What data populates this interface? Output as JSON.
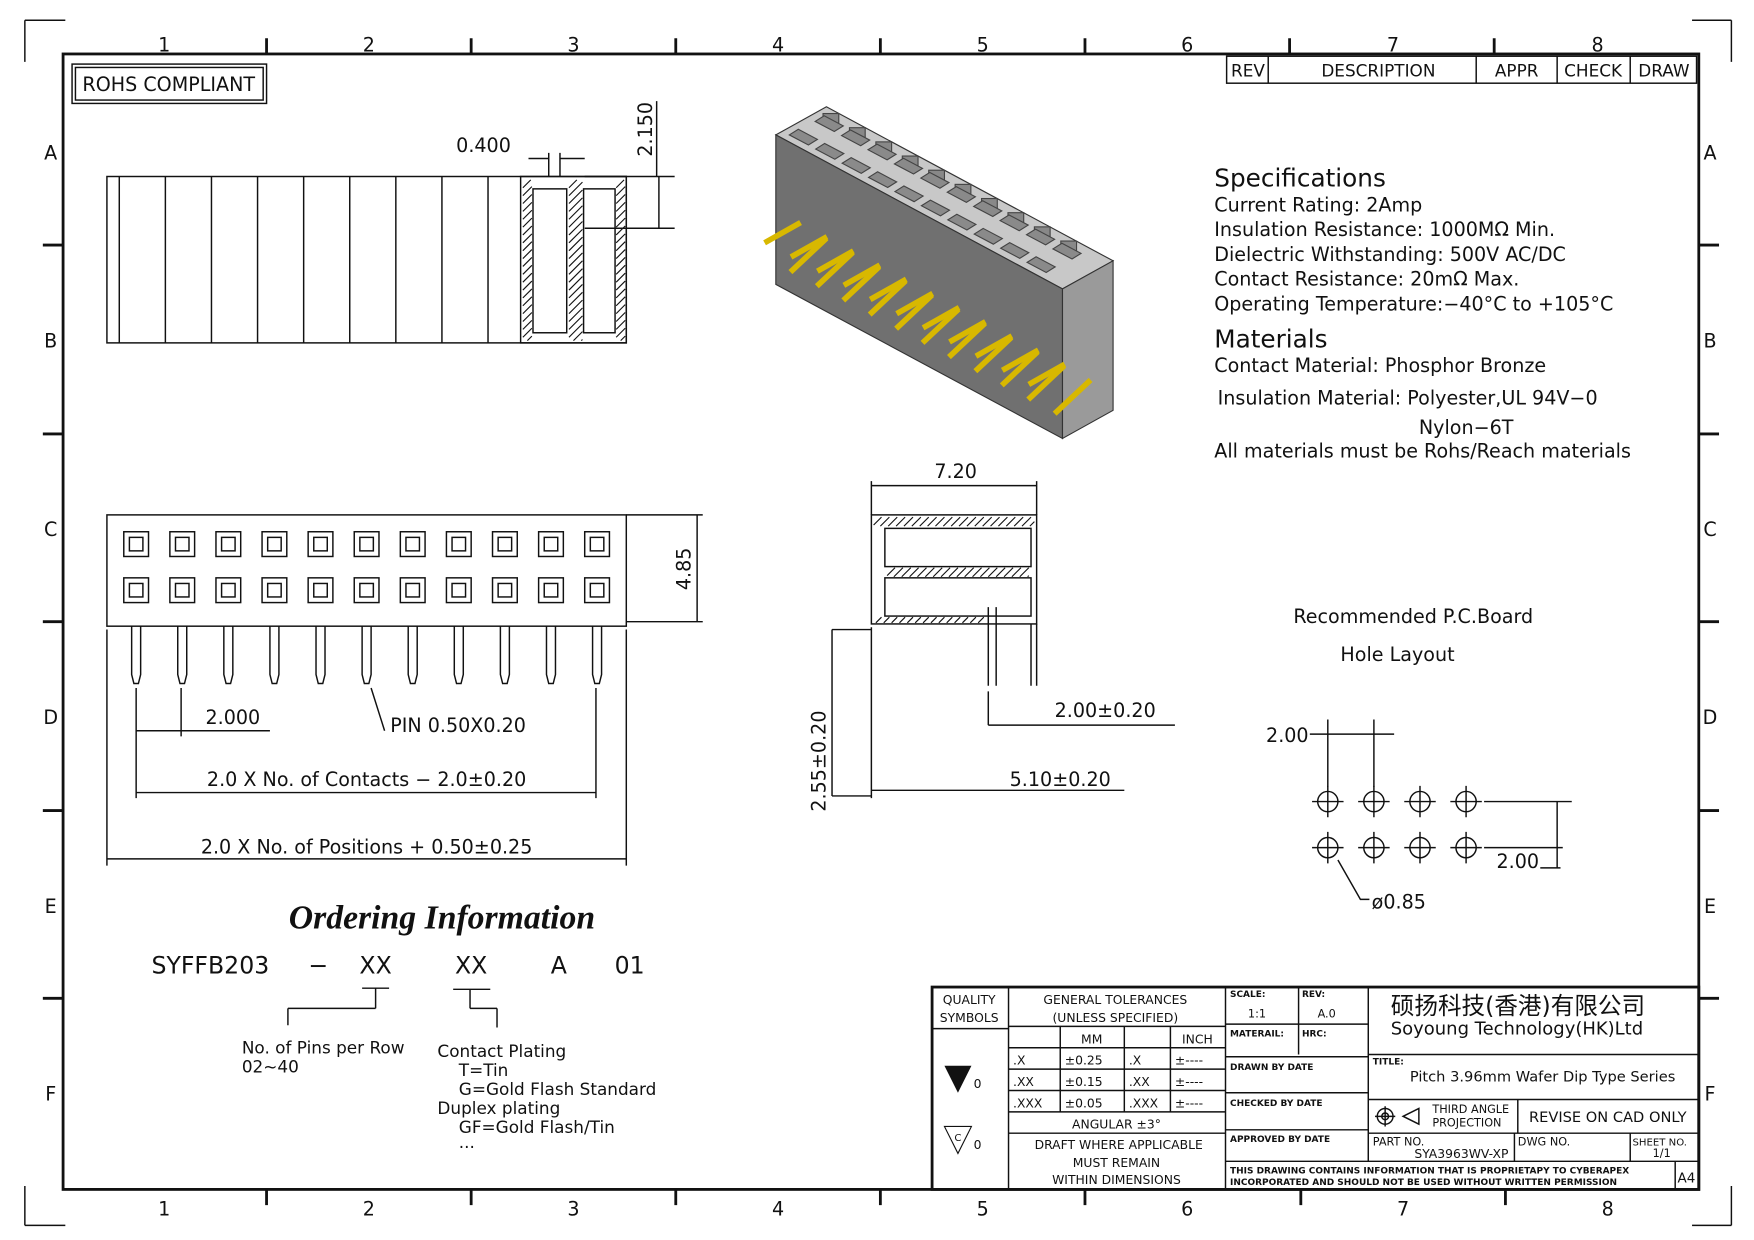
{
  "zones_top": [
    "1",
    "2",
    "3",
    "4",
    "5",
    "6",
    "7",
    "8"
  ],
  "zones_side": [
    "A",
    "B",
    "C",
    "D",
    "E",
    "F"
  ],
  "rohs": "ROHS COMPLIANT",
  "revision_table": {
    "rev": "REV",
    "description": "DESCRIPTION",
    "appr": "APPR",
    "check": "CHECK",
    "draw": "DRAW"
  },
  "specs": {
    "title": "Specifications",
    "lines": [
      "Current  Rating:    2Amp",
      "Insulation  Resistance:    1000MΩ  Min.",
      "Dielectric  Withstanding:    500V  AC/DC",
      "Contact  Resistance:    20mΩ  Max.",
      "Operating  Temperature:−40°C  to  +105°C"
    ],
    "materials_title": "Materials",
    "materials": [
      "Contact  Material:  Phosphor  Bronze",
      "Insulation  Material:  Polyester,UL  94V−0",
      "Nylon−6T",
      "All  materials  must  be  Rohs/Reach  materials"
    ]
  },
  "dims": {
    "d0400": "0.400",
    "d2150": "2.150",
    "d485": "4.85",
    "d2000": "2.000",
    "pin": "PIN  0.50X0.20",
    "contacts": "2.0  X  No.  of  Contacts  −  2.0±0.20",
    "positions": "2.0  X  No.  of  Positions  +  0.50±0.25",
    "d720": "7.20",
    "d200": "2.00±0.20",
    "d510": "5.10±0.20",
    "d255": "2.55±0.20"
  },
  "pcb": {
    "title1": "Recommended  P.C.Board",
    "title2": "Hole  Layout",
    "pitch_x": "2.00",
    "pitch_y": "2.00",
    "hole": "ø0.85"
  },
  "ordering": {
    "title": "Ordering Information",
    "parts": [
      "SYFFB203",
      "−",
      "XX",
      "XX",
      "A",
      "01"
    ],
    "pins_label": "No.  of  Pins  per  Row",
    "pins_range": "02~40",
    "plating": [
      "Contact  Plating",
      "T=Tin",
      "G=Gold  Flash  Standard",
      "Duplex  plating",
      "GF=Gold  Flash/Tin",
      "..."
    ]
  },
  "title_block": {
    "quality": "QUALITY",
    "symbols": "SYMBOLS",
    "gen_tol": "GENERAL  TOLERANCES",
    "unless": "(UNLESS  SPECIFIED)",
    "mm": "MM",
    "inch": "INCH",
    "rows": [
      [
        ".X",
        "±0.25",
        ".X",
        "±----"
      ],
      [
        ".XX",
        "±0.15",
        ".XX",
        "±----"
      ],
      [
        ".XXX",
        "±0.05",
        ".XXX",
        "±----"
      ]
    ],
    "angular": "ANGULAR  ±3°",
    "draft": [
      "DRAFT  WHERE  APPLICABLE",
      "MUST  REMAIN",
      "WITHIN  DIMENSIONS"
    ],
    "sym1": "0",
    "sym2": "0",
    "sym_c": "C",
    "scale_label": "SCALE:",
    "scale": "1:1",
    "rev_label": "REV:",
    "rev": "A.0",
    "material_label": "MATERAIL:",
    "hrc_label": "HRC:",
    "drawn": "DRAWN BY      DATE",
    "checked": "CHECKED BY   DATE",
    "approved": "APPROVED BY  DATE",
    "company_cn": "硕扬科技(香港)有限公司",
    "company_en": "Soyoung  Technology(HK)Ltd",
    "title_label": "TITLE:",
    "title": "Pitch  3.96mm  Wafer  Dip  Type  Series",
    "proj1": "THIRD  ANGLE",
    "proj2": "PROJECTION",
    "revise": "REVISE  ON  CAD  ONLY",
    "part_label": "PART  NO.",
    "part": "SYA3963WV-XP",
    "dwg_label": "DWG  NO.",
    "sheet_label": "SHEET  NO.",
    "sheet": "1/1",
    "notice1": "THIS  DRAWING  CONTAINS  INFORMATION  THAT  IS  PROPRIETAPY  TO  CYBERAPEX",
    "notice2": "INCORPORATED  AND  SHOULD  NOT  BE  USED  WITHOUT  WRITTEN  PERMISSION",
    "size": "A4"
  },
  "colors": {
    "pin_gold": "#d8b800",
    "body_top": "#c4c4c4",
    "body_front": "#6e6e6e"
  }
}
